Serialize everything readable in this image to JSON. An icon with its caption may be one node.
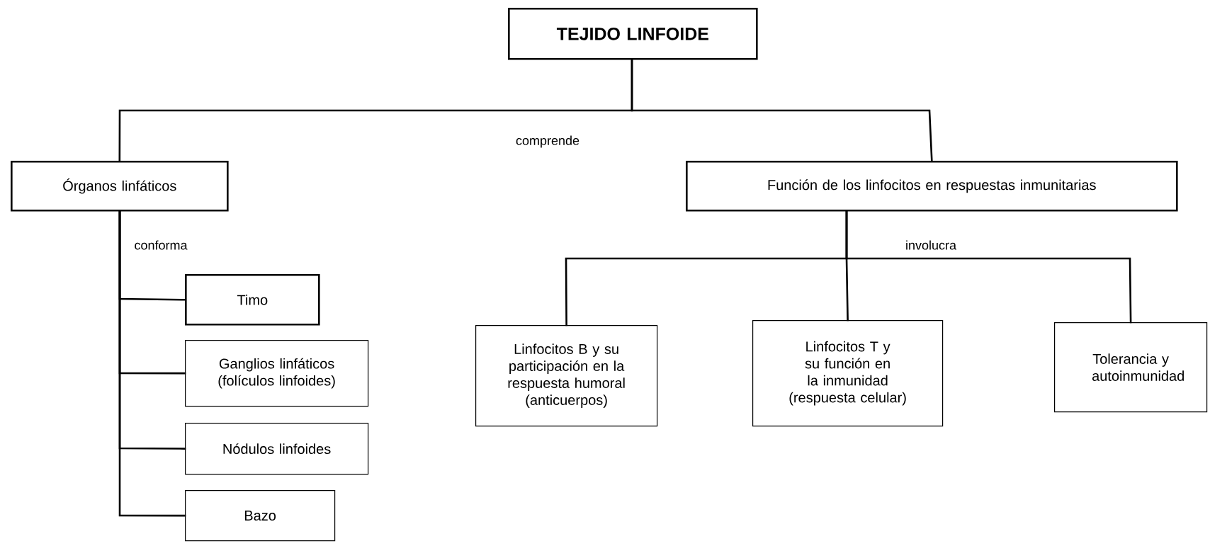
{
  "diagram": {
    "nodes": [
      {
        "text": [
          "TEJIDO LINFOIDE"
        ]
      },
      {
        "text": [
          "Órganos linfáticos"
        ]
      },
      {
        "text": [
          "Función de los linfocitos en respuestas inmunitarias"
        ]
      },
      {
        "text": [
          "Timo"
        ]
      },
      {
        "text": [
          "Ganglios linfáticos (folículos linfoides)"
        ]
      },
      {
        "text": [
          "Nódulos linfoides"
        ]
      },
      {
        "text": [
          "Bazo"
        ]
      },
      {
        "text": [
          "Linfocitos B y su participación en la respuesta humoral (anticuerpos)"
        ]
      },
      {
        "text": [
          "Linfocitos T y su función en la inmunidad (respuesta celular)"
        ]
      },
      {
        "text": [
          "Tolerancia y autoinmunidad"
        ]
      }
    ],
    "edges": [
      {
        "from": 0,
        "to": 1,
        "arrow": "none",
        "label": "comprende"
      },
      {
        "from": 0,
        "to": 2,
        "arrow": "none"
      },
      {
        "from": 1,
        "to": 3,
        "arrow": "none",
        "label": "conforma"
      },
      {
        "from": 1,
        "to": 4,
        "arrow": "none"
      },
      {
        "from": 1,
        "to": 5,
        "arrow": "none"
      },
      {
        "from": 1,
        "to": 6,
        "arrow": "none"
      },
      {
        "from": 2,
        "to": 7,
        "arrow": "none"
      },
      {
        "from": 2,
        "to": 8,
        "arrow": "none"
      },
      {
        "from": 2,
        "to": 9,
        "arrow": "none",
        "label": "involucra"
      }
    ]
  }
}
